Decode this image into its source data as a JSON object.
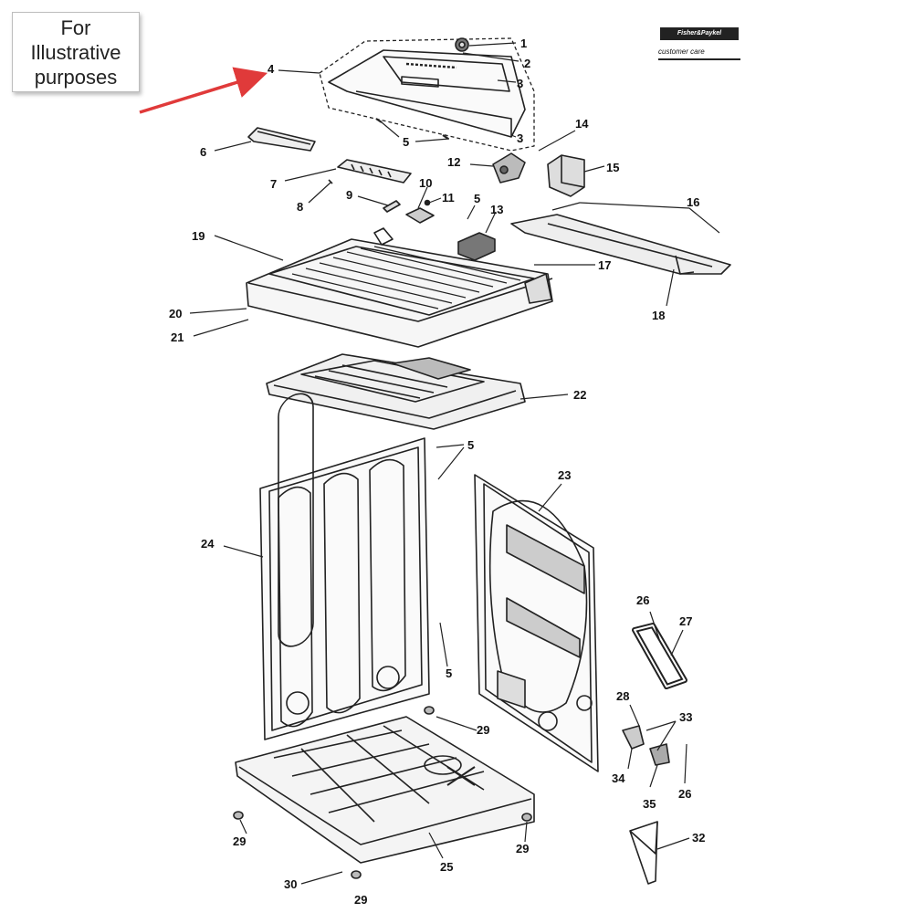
{
  "disclaimer": {
    "lines": [
      "For",
      "Illustrative",
      "purposes"
    ]
  },
  "brand": {
    "line1": "Fisher&Paykel",
    "line2": "customer care"
  },
  "highlight_color": "#e03a3a",
  "callouts": {
    "c1": "1",
    "c2": "2",
    "c3a": "3",
    "c3b": "3",
    "c4": "4",
    "c5a": "5",
    "c5b": "5",
    "c5c": "5",
    "c5d": "5",
    "c6": "6",
    "c7": "7",
    "c8": "8",
    "c9": "9",
    "c10": "10",
    "c11": "11",
    "c12": "12",
    "c13": "13",
    "c14": "14",
    "c15": "15",
    "c16": "16",
    "c17": "17",
    "c18": "18",
    "c19": "19",
    "c20": "20",
    "c21": "21",
    "c22": "22",
    "c23": "23",
    "c24": "24",
    "c25": "25",
    "c26a": "26",
    "c26b": "26",
    "c27": "27",
    "c28": "28",
    "c29a": "29",
    "c29b": "29",
    "c29c": "29",
    "c29d": "29",
    "c30": "30",
    "c32": "32",
    "c33": "33",
    "c34": "34",
    "c35": "35"
  }
}
